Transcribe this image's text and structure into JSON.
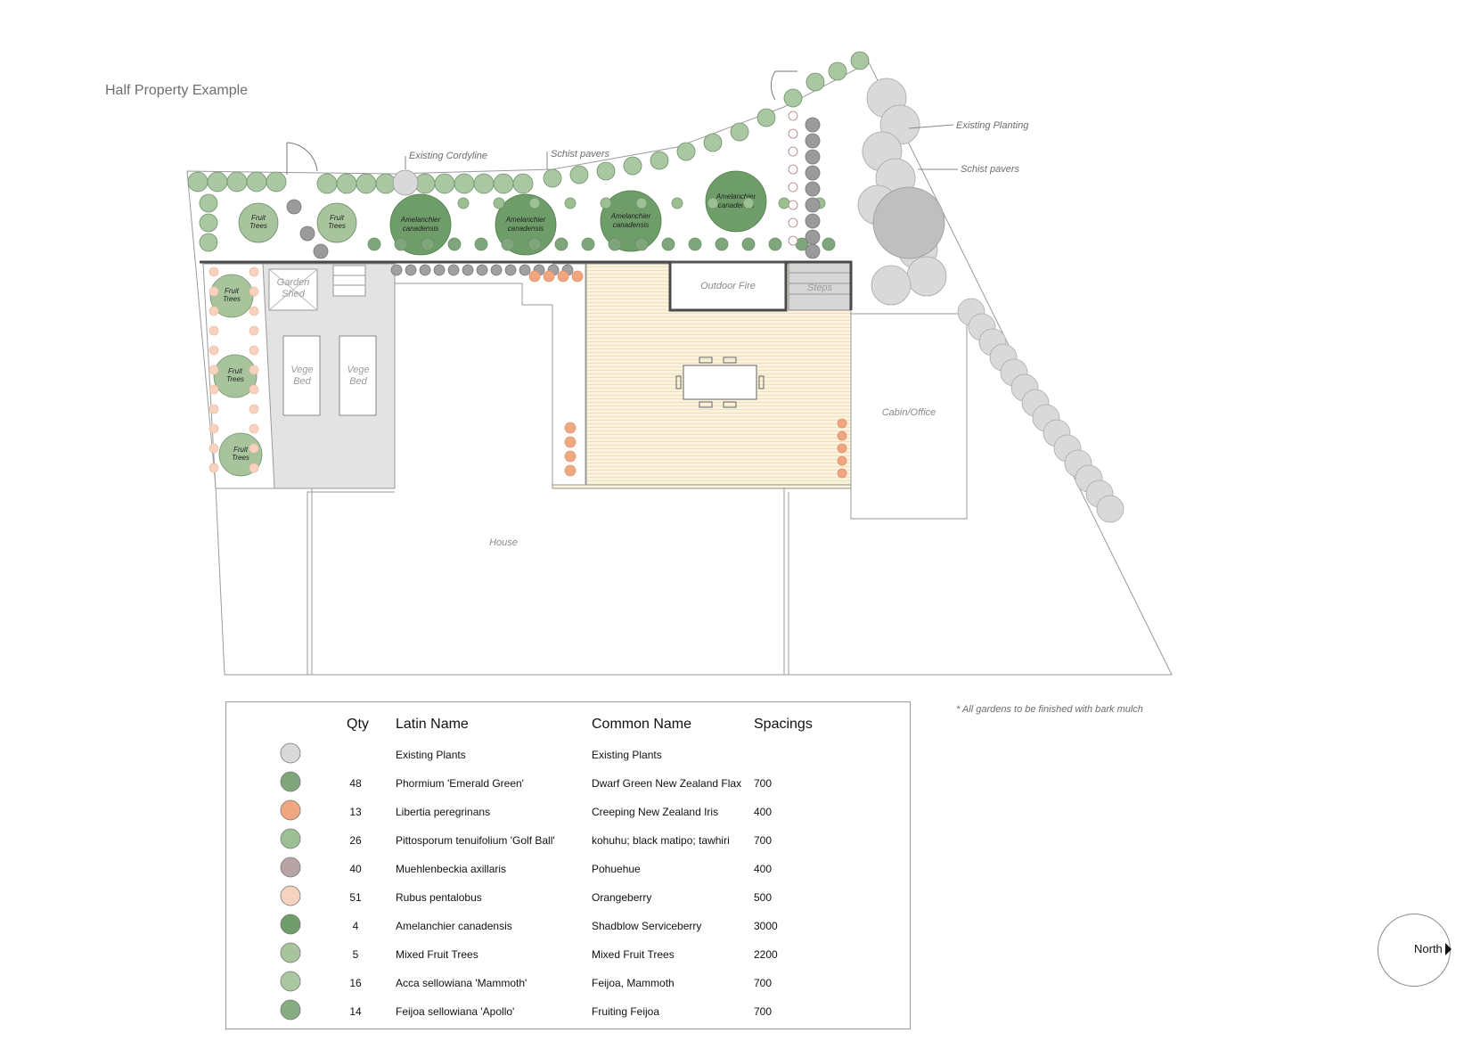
{
  "title": "Half Property Example",
  "plan": {
    "annotations": {
      "existing_cordyline": "Existing Cordyline",
      "schist_pavers_top": "Schist pavers",
      "existing_planting": "Existing Planting",
      "schist_pavers_right": "Schist pavers"
    },
    "labels": {
      "garden_shed_1": "Garden",
      "garden_shed_2": "Shed",
      "vege_bed_a_1": "Vege",
      "vege_bed_a_2": "Bed",
      "vege_bed_b_1": "Vege",
      "vege_bed_b_2": "Bed",
      "outdoor_fire": "Outdoor Fire",
      "steps": "Steps",
      "cabin_office": "Cabin/Office",
      "house": "House"
    },
    "fruit_tree_label_1": "Fruit",
    "fruit_tree_label_2": "Trees",
    "amelanchier_label_1": "Amelanchier",
    "amelanchier_label_2": "canadensis"
  },
  "note": "* All gardens to be finished with bark mulch",
  "legend": {
    "headers": {
      "qty": "Qty",
      "latin": "Latin Name",
      "common": "Common Name",
      "spacing": "Spacings"
    },
    "rows": [
      {
        "qty": "",
        "latin": "Existing Plants",
        "common": "Existing Plants",
        "spacing": "",
        "icon": "existing-plant-icon",
        "color": "#d9d9d9"
      },
      {
        "qty": "48",
        "latin": "Phormium 'Emerald Green'",
        "common": "Dwarf Green New Zealand Flax",
        "spacing": "700",
        "icon": "phormium-icon",
        "color": "#7fa67a"
      },
      {
        "qty": "13",
        "latin": "Libertia peregrinans",
        "common": "Creeping New Zealand Iris",
        "spacing": "400",
        "icon": "libertia-icon",
        "color": "#f0a77f"
      },
      {
        "qty": "26",
        "latin": "Pittosporum tenuifolium 'Golf Ball'",
        "common": "kohuhu; black matipo; tawhiri",
        "spacing": "700",
        "icon": "pittosporum-icon",
        "color": "#9cc094"
      },
      {
        "qty": "40",
        "latin": "Muehlenbeckia axillaris",
        "common": "Pohuehue",
        "spacing": "400",
        "icon": "muehlenbeckia-icon",
        "color": "#b8a4a4"
      },
      {
        "qty": "51",
        "latin": "Rubus pentalobus",
        "common": "Orangeberry",
        "spacing": "500",
        "icon": "rubus-icon",
        "color": "#f6d2bf"
      },
      {
        "qty": "4",
        "latin": "Amelanchier canadensis",
        "common": "Shadblow Serviceberry",
        "spacing": "3000",
        "icon": "amelanchier-icon",
        "color": "#6e9d6a"
      },
      {
        "qty": "5",
        "latin": "Mixed Fruit Trees",
        "common": "Mixed Fruit Trees",
        "spacing": "2200",
        "icon": "fruit-tree-icon",
        "color": "#a7c49c"
      },
      {
        "qty": "16",
        "latin": "Acca sellowiana 'Mammoth'",
        "common": "Feijoa, Mammoth",
        "spacing": "700",
        "icon": "acca-icon",
        "color": "#a9c8a1"
      },
      {
        "qty": "14",
        "latin": "Feijoa sellowiana 'Apollo'",
        "common": "Fruiting Feijoa",
        "spacing": "700",
        "icon": "feijoa-icon",
        "color": "#86ad82"
      }
    ]
  },
  "north": "North"
}
